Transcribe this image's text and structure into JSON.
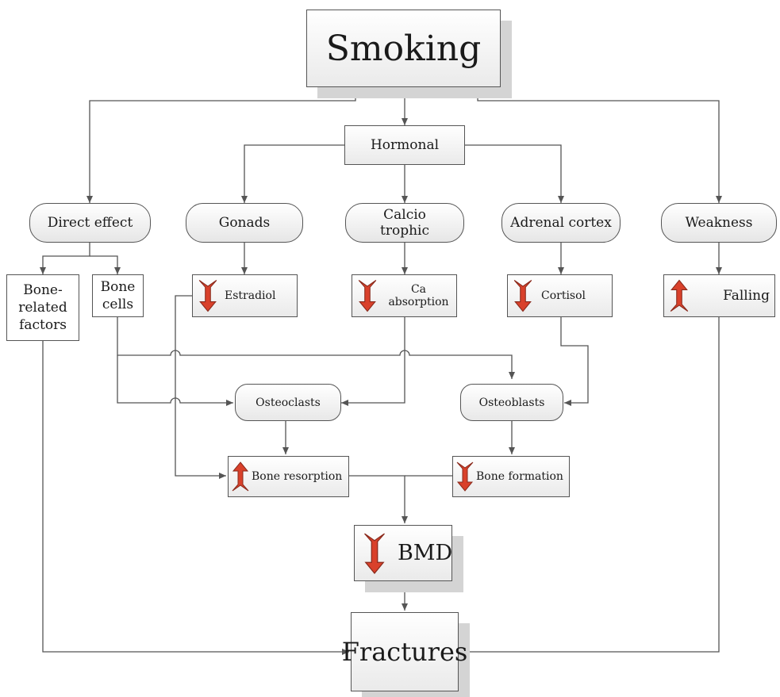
{
  "title": "Smoking",
  "hormonal": "Hormonal",
  "direct_effect": "Direct effect",
  "gonads": "Gonads",
  "calciotrophic_line1": "Calcio",
  "calciotrophic_line2": "trophic",
  "adrenal_cortex": "Adrenal cortex",
  "weakness": "Weakness",
  "bone_related_line1": "Bone-",
  "bone_related_line2": "related",
  "bone_related_line3": "factors",
  "bone_cells_line1": "Bone",
  "bone_cells_line2": "cells",
  "estradiol": "Estradiol",
  "ca_absorption": "Ca absorption",
  "cortisol": "Cortisol",
  "falling": "Falling",
  "osteoclasts": "Osteoclasts",
  "osteoblasts": "Osteoblasts",
  "bone_resorption": "Bone resorption",
  "bone_formation": "Bone formation",
  "bmd": "BMD",
  "fractures": "Fractures",
  "effects": {
    "estradiol": "down",
    "ca_absorption": "down",
    "cortisol": "down",
    "falling": "up",
    "bone_resorption": "up",
    "bone_formation": "down",
    "bmd": "down"
  },
  "colors": {
    "arrow_red": "#d9412b",
    "arrow_dark": "#8a2a1c",
    "line": "#555555",
    "shadow": "#d4d4d4"
  }
}
